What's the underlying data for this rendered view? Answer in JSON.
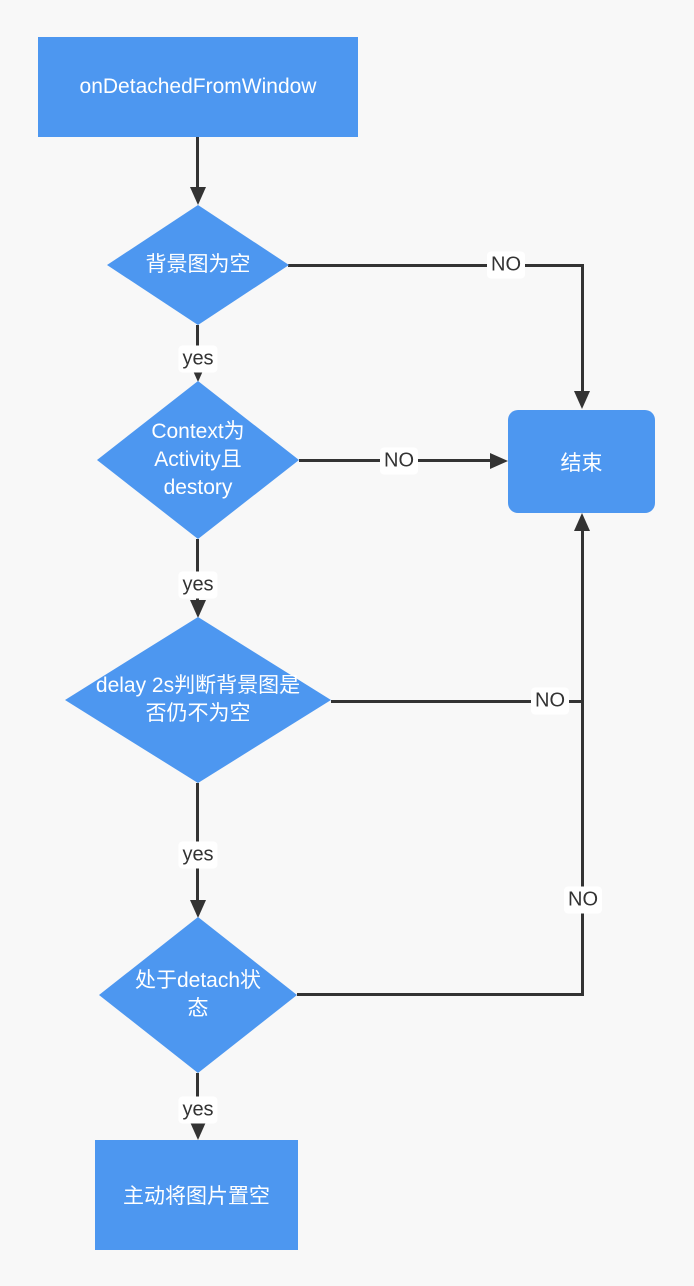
{
  "colors": {
    "shape_fill": "#4D97F0",
    "shape_text": "#FFFFFF",
    "connector": "#333333",
    "edge_label_text": "#333333",
    "edge_label_background": "#FFFFFF",
    "canvas_background": "#F8F8F8"
  },
  "nodes": {
    "start": {
      "shape": "rectangle",
      "label": "onDetachedFromWindow"
    },
    "check_bg_empty": {
      "shape": "diamond",
      "lines": [
        "背景图为空"
      ]
    },
    "check_context": {
      "shape": "diamond",
      "lines": [
        "Context为",
        "Activity且",
        "destory"
      ]
    },
    "end": {
      "shape": "rounded-rectangle",
      "label": "结束"
    },
    "check_delay": {
      "shape": "diamond",
      "lines": [
        "delay 2s判断背景图是",
        "否仍不为空"
      ]
    },
    "check_detach": {
      "shape": "diamond",
      "lines": [
        "处于detach状",
        "态"
      ]
    },
    "set_null": {
      "shape": "rectangle",
      "label": "主动将图片置空"
    }
  },
  "edges": {
    "start_to_d1": {
      "from": "start",
      "to": "check_bg_empty",
      "label": ""
    },
    "d1_yes": {
      "from": "check_bg_empty",
      "to": "check_context",
      "label": "yes"
    },
    "d1_no": {
      "from": "check_bg_empty",
      "to": "end",
      "label": "NO"
    },
    "d2_yes": {
      "from": "check_context",
      "to": "check_delay",
      "label": "yes"
    },
    "d2_no": {
      "from": "check_context",
      "to": "end",
      "label": "NO"
    },
    "d3_yes": {
      "from": "check_delay",
      "to": "check_detach",
      "label": "yes"
    },
    "d3_no": {
      "from": "check_delay",
      "to": "end",
      "label": "NO"
    },
    "d4_yes": {
      "from": "check_detach",
      "to": "set_null",
      "label": "yes"
    },
    "d4_no": {
      "from": "check_detach",
      "to": "end",
      "label": "NO"
    }
  }
}
